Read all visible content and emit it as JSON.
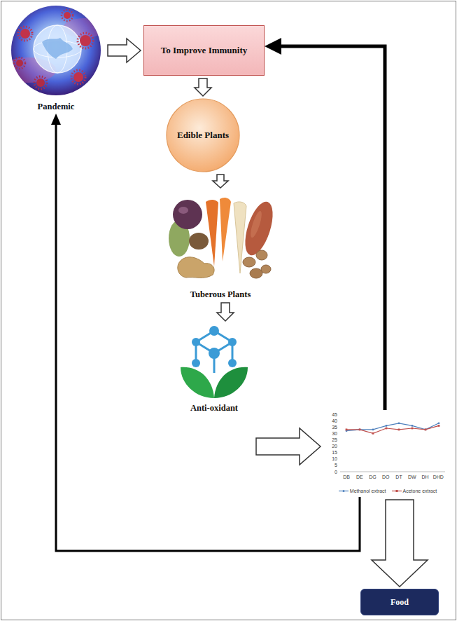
{
  "diagram": {
    "nodes": [
      {
        "text": [
          "Pandemic"
        ]
      },
      {
        "text": [
          "To Improve Immunity"
        ]
      },
      {
        "text": [
          "Edible Plants"
        ]
      },
      {
        "text": [
          "Tuberous Plants"
        ]
      },
      {
        "text": [
          "Anti-oxidant"
        ]
      },
      {
        "text": [
          "DB",
          "DE",
          "DG",
          "DO",
          "DT",
          "DW",
          "DH",
          "DHD"
        ]
      },
      {
        "text": [
          "Food"
        ]
      }
    ],
    "edges": [
      {
        "from": 0,
        "to": 1,
        "arrow": "to"
      },
      {
        "from": 1,
        "to": 2,
        "arrow": "to"
      },
      {
        "from": 2,
        "to": 3,
        "arrow": "to"
      },
      {
        "from": 3,
        "to": 4,
        "arrow": "to"
      },
      {
        "from": 4,
        "to": 5,
        "arrow": "to"
      },
      {
        "from": 5,
        "to": 1,
        "arrow": "to"
      },
      {
        "from": 5,
        "to": 0,
        "arrow": "to"
      },
      {
        "from": 5,
        "to": 6,
        "arrow": "to"
      }
    ],
    "labels": [
      "0",
      "5",
      "10",
      "15",
      "20",
      "25",
      "30",
      "35",
      "40",
      "45"
    ],
    "legend": [
      {
        "text": "Methanol extract"
      },
      {
        "text": "Acetone extract"
      }
    ]
  }
}
